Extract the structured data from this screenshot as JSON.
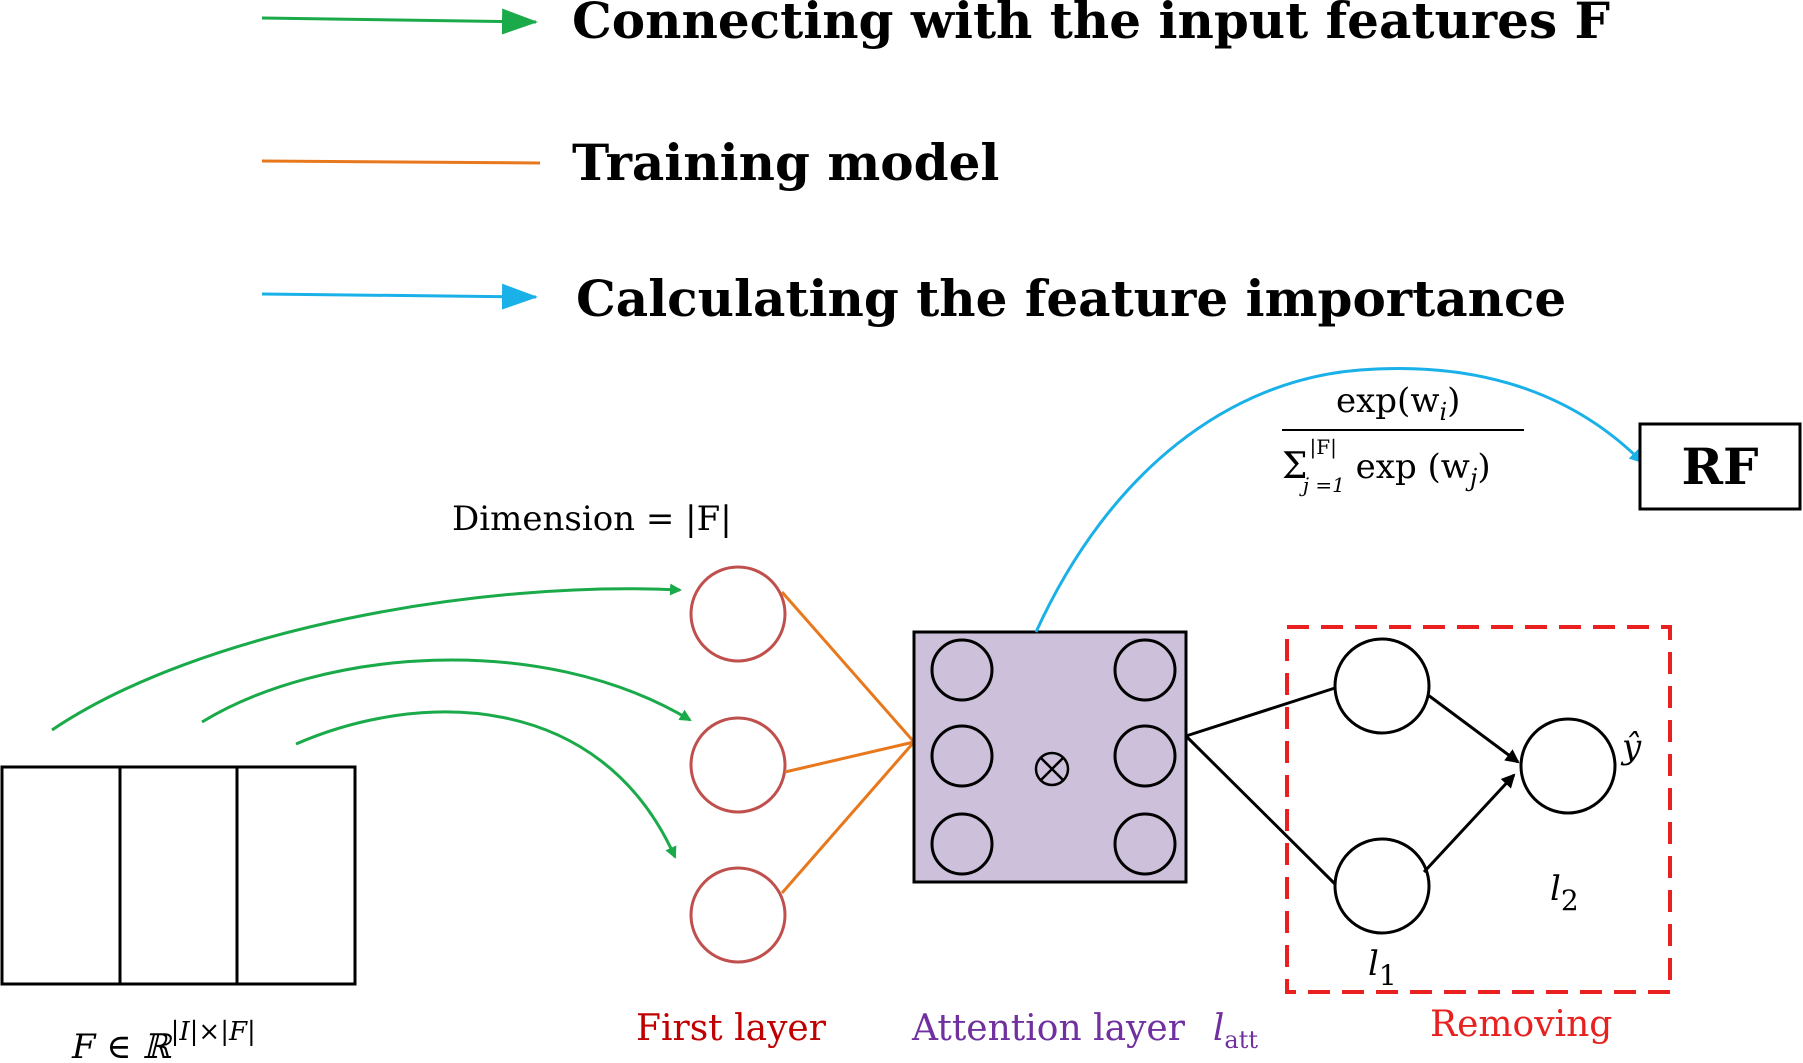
{
  "legend": {
    "green_label": "Connecting with the input features F",
    "orange_label": "Training model",
    "blue_label": "Calculating the feature importance"
  },
  "labels": {
    "dimension": "Dimension  = |F|",
    "input_matrix": "F ∈ ℝ",
    "input_matrix_sup": "|I|×|F|",
    "first_layer": "First layer",
    "attention_layer": "Attention layer",
    "attention_symbol": "l",
    "attention_symbol_sub": "att",
    "removing": "Removing",
    "rf": "RF",
    "l1": "l",
    "l1_sub": "1",
    "l2": "l",
    "l2_sub": "2",
    "y_hat": "ŷ",
    "otimes": "⊗"
  },
  "formula": {
    "numerator": "exp(w",
    "numerator_sub": "i",
    "numerator_close": ")",
    "sum": "Σ",
    "sum_sup": "|F|",
    "sum_sub": "j =1",
    "denominator": " exp (w",
    "denominator_sub": "j",
    "denominator_close": ")"
  },
  "colors": {
    "green": "#1aaa4a",
    "orange": "#e8781c",
    "blue": "#1ab0e8",
    "node_red": "#c0504d",
    "attention_fill": "#ccc0da",
    "removing_red": "#e82020",
    "first_layer_text": "#c00000",
    "attention_text": "#7030a0"
  }
}
